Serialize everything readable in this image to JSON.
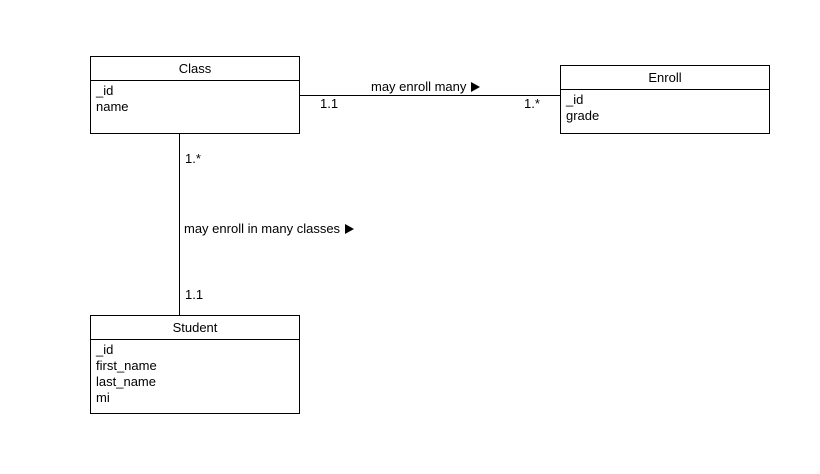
{
  "entities": {
    "class": {
      "name": "Class",
      "fields": [
        "_id",
        "name"
      ]
    },
    "enroll": {
      "name": "Enroll",
      "fields": [
        "_id",
        "grade"
      ]
    },
    "student": {
      "name": "Student",
      "fields": [
        "_id",
        "first_name",
        "last_name",
        "mi"
      ]
    }
  },
  "relationships": {
    "class_enroll": {
      "label": "may enroll many",
      "arrow_icon": "triangle-right-icon",
      "source_multiplicity": "1.1",
      "target_multiplicity": "1.*"
    },
    "student_class": {
      "label": "may enroll in many classes",
      "arrow_icon": "triangle-right-icon",
      "class_multiplicity": "1.*",
      "student_multiplicity": "1.1"
    }
  },
  "colors": {
    "line": "#000000",
    "background": "#ffffff"
  }
}
